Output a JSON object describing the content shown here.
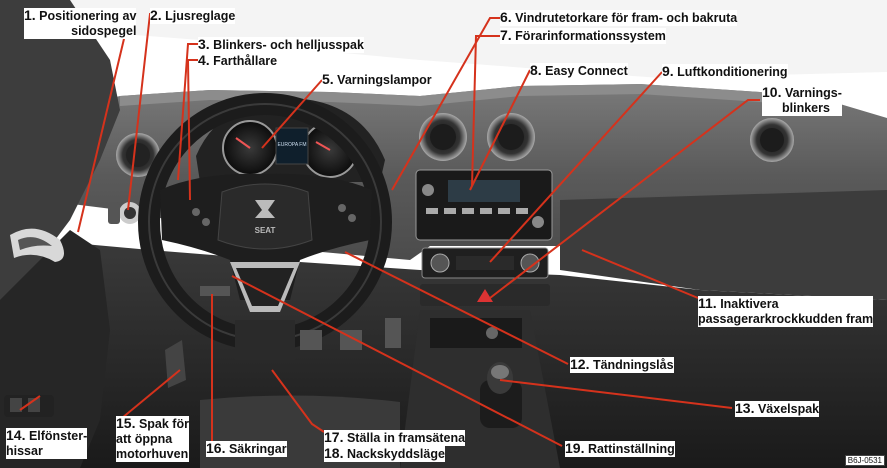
{
  "labels": {
    "l1": {
      "num": "1.",
      "text": "Positionering av",
      "text2": "sidospegel"
    },
    "l2": {
      "num": "2.",
      "text": "Ljusreglage"
    },
    "l3": {
      "num": "3.",
      "text": "Blinkers- och helljusspak"
    },
    "l4": {
      "num": "4.",
      "text": "Farthållare"
    },
    "l5": {
      "num": "5.",
      "text": "Varningslampor"
    },
    "l6": {
      "num": "6.",
      "text": "Vindrutetorkare för fram- och bakruta"
    },
    "l7": {
      "num": "7.",
      "text": "Förarinformationssystem"
    },
    "l8": {
      "num": "8.",
      "text": "Easy Connect"
    },
    "l9": {
      "num": "9.",
      "text": "Luftkonditionering"
    },
    "l10": {
      "num": "10.",
      "text": "Varnings-",
      "text2": "blinkers"
    },
    "l11": {
      "num": "11.",
      "text": "Inaktivera",
      "text2": "passagerarkrockkudden fram"
    },
    "l12": {
      "num": "12.",
      "text": "Tändningslås"
    },
    "l13": {
      "num": "13.",
      "text": "Växelspak"
    },
    "l14": {
      "num": "14.",
      "text": "Elfönster-",
      "text2": "hissar"
    },
    "l15": {
      "num": "15.",
      "text": "Spak för",
      "text2": "att öppna",
      "text3": "motorhuven"
    },
    "l16": {
      "num": "16.",
      "text": "Säkringar"
    },
    "l17": {
      "num": "17.",
      "text": "Ställa in framsätena"
    },
    "l18": {
      "num": "18.",
      "text": "Nackskyddsläge"
    },
    "l19": {
      "num": "19.",
      "text": "Rattinställning"
    }
  },
  "display_text": "EUROPA FM",
  "steering_logo": "SEAT",
  "figure_code": "B6J-0531",
  "colors": {
    "leader": "#d5321c"
  }
}
